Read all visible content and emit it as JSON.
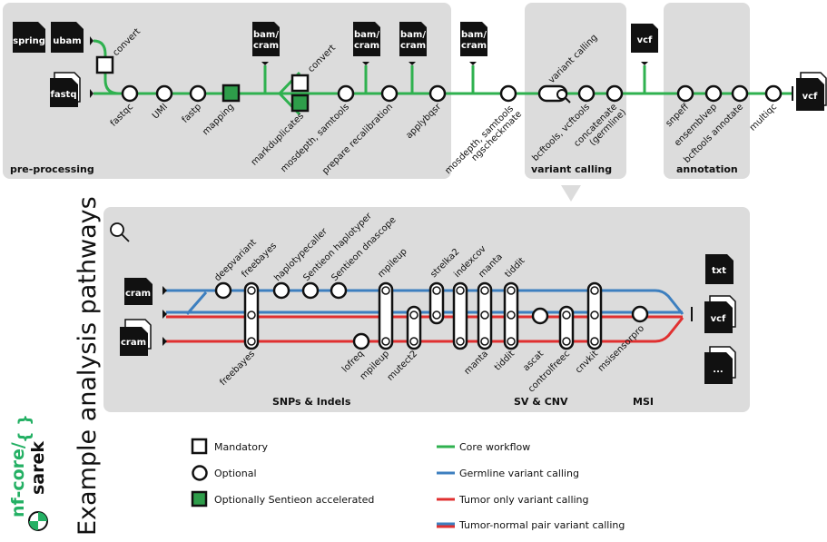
{
  "sections": {
    "preprocessing": "pre-processing",
    "variant_calling": "variant calling",
    "annotation": "annotation",
    "snps_indels": "SNPs & Indels",
    "sv_cnv": "SV & CNV",
    "msi": "MSI"
  },
  "inputs": {
    "spring": "spring",
    "ubam": "ubam",
    "fastq": "fastq",
    "bam_cram_1": "bam/ cram",
    "bam_cram_2": "bam/ cram",
    "bam_cram_3": "bam/ cram",
    "bam_cram_4": "bam/ cram",
    "vcf_in": "vcf",
    "vcf_out": "vcf",
    "cram_1": "cram",
    "cram_2": "cram",
    "txt": "txt",
    "vcf_2": "vcf",
    "dots": "..."
  },
  "top_steps": {
    "convert_1": "convert",
    "fastqc": "fastqc",
    "umi": "UMI",
    "fastp": "fastp",
    "mapping": "mapping",
    "markduplicates": "markduplicates",
    "convert_2": "convert",
    "mosdepth_samtools": "mosdepth, samtools",
    "prepare_recalibration": "prepare recalibration",
    "applybqsr": "applybqsr",
    "mosdepth_samtools_ngs": "mosdepth, samtools",
    "ngscheckmate": "ngscheckmate",
    "variant_calling": "variant calling",
    "bcftools_vcftools": "bcftools, vcftools",
    "concatenate": "concatenate",
    "germline": "(germline)",
    "snpeff": "snpeff",
    "ensemblvep": "ensemblvep",
    "bcftools_annotate": "bcftools annotate",
    "multiqc": "multiqc"
  },
  "bottom_tools": {
    "deepvariant": "deepvariant",
    "freebayes_top": "freebayes",
    "haplotypecaller": "haplotypecaller",
    "sentieon_haplotyper": "Sentieon haplotyper",
    "sentieon_dnascope": "Sentieon dnascope",
    "mpileup_top": "mpileup",
    "strelka2": "strelka2",
    "indexcov": "indexcov",
    "manta_top": "manta",
    "tiddit_top": "tiddit",
    "freebayes_bottom": "freebayes",
    "lofreq": "lofreq",
    "mpileup_bottom": "mpileup",
    "mutect2": "mutect2",
    "manta_bottom": "manta",
    "tiddit_bottom": "tiddit",
    "ascat": "ascat",
    "controlfreec": "controlfreec",
    "cnvkit": "cnvkit",
    "msisensorpro": "msisensorpro"
  },
  "title": "Example analysis pathways",
  "logo": {
    "line1": "nf-core/",
    "line2": "sarek"
  },
  "legend": {
    "mandatory": "Mandatory",
    "optional": "Optional",
    "sentieon": "Optionally Sentieon accelerated",
    "core": "Core workflow",
    "germline": "Germline variant calling",
    "tumor_only": "Tumor only variant calling",
    "tumor_normal": "Tumor-normal pair variant calling"
  },
  "colors": {
    "core": "#2fb14f",
    "germline": "#3d7fbf",
    "tumor": "#e03030",
    "panel": "#dcdcdc",
    "sentieon": "#2e9d4a"
  }
}
